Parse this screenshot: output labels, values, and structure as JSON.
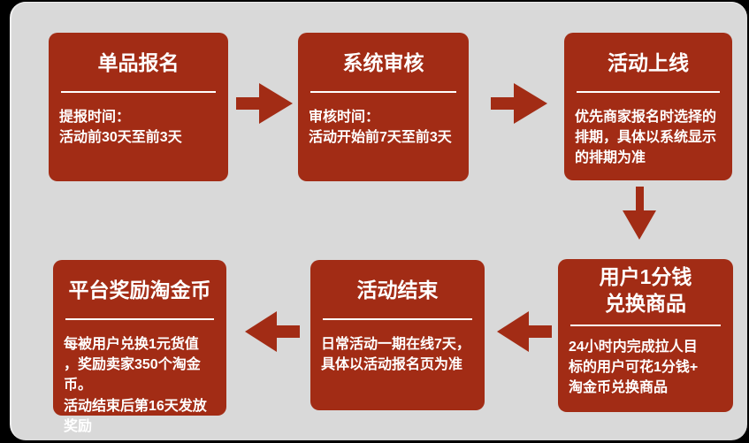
{
  "diagram": {
    "type": "flowchart",
    "colors": {
      "box_fill": "#A22C15",
      "panel_background": "#D9D9D9",
      "outer_background": "#000000",
      "text": "#FFFFFF",
      "divider": "#FFFFFF"
    },
    "steps": [
      {
        "id": 1,
        "title": "单品报名",
        "body": "提报时间：\n活动前30天至前3天"
      },
      {
        "id": 2,
        "title": "系统审核",
        "body": "审核时间：\n活动开始前7天至前3天"
      },
      {
        "id": 3,
        "title": "活动上线",
        "body": "优先商家报名时选择的\n排期，具体以系统显示\n的排期为准"
      },
      {
        "id": 4,
        "title": "用户1分钱\n兑换商品",
        "body": "24小时内完成拉人目\n标的用户可花1分钱+\n淘金币兑换商品"
      },
      {
        "id": 5,
        "title": "活动结束",
        "body": "日常活动一期在线7天，\n具体以活动报名页为准"
      },
      {
        "id": 6,
        "title": "平台奖励淘金币",
        "body": "每被用户兑换1元货值\n，奖励卖家350个淘金币。\n活动结束后第16天发放\n奖励"
      }
    ],
    "arrows": [
      {
        "from": 1,
        "to": 2,
        "direction": "right"
      },
      {
        "from": 2,
        "to": 3,
        "direction": "right"
      },
      {
        "from": 3,
        "to": 4,
        "direction": "down"
      },
      {
        "from": 4,
        "to": 5,
        "direction": "left"
      },
      {
        "from": 5,
        "to": 6,
        "direction": "left"
      }
    ]
  }
}
